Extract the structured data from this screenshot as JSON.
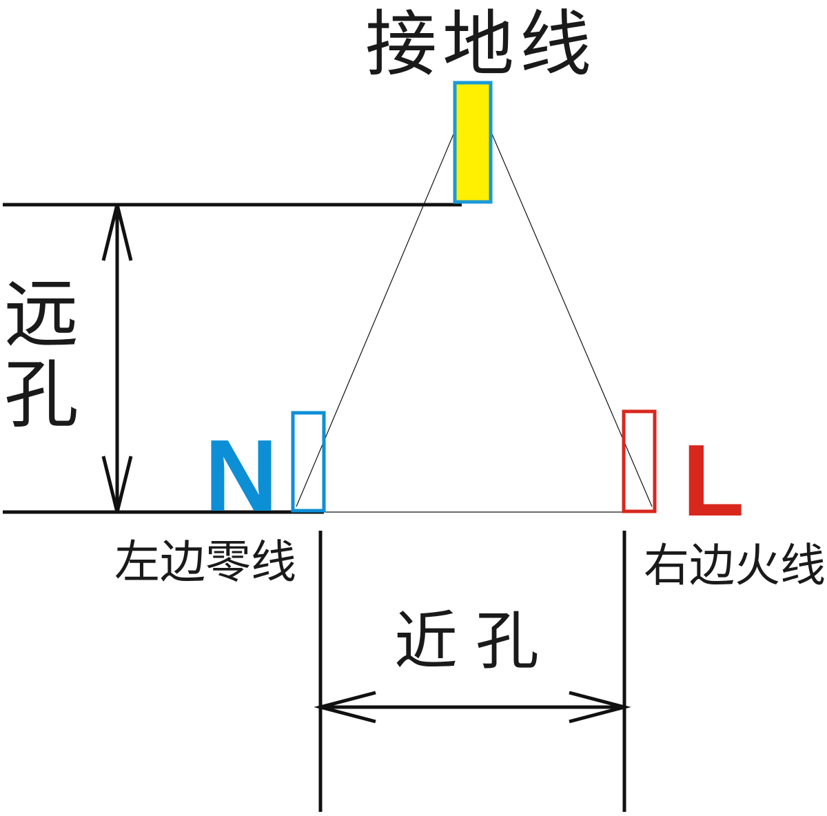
{
  "labels": {
    "ground_wire": "接地线",
    "far_hole_char1": "远",
    "far_hole_char2": "孔",
    "near_hole": "近孔",
    "left_neutral": "左边零线",
    "right_live": "右边火线",
    "neutral_letter": "N",
    "live_letter": "L"
  },
  "colors": {
    "ground_fill": "#ffef00",
    "ground_border": "#1a9ad6",
    "neutral": "#0d8fd6",
    "live": "#d8281e",
    "line": "#111111"
  }
}
